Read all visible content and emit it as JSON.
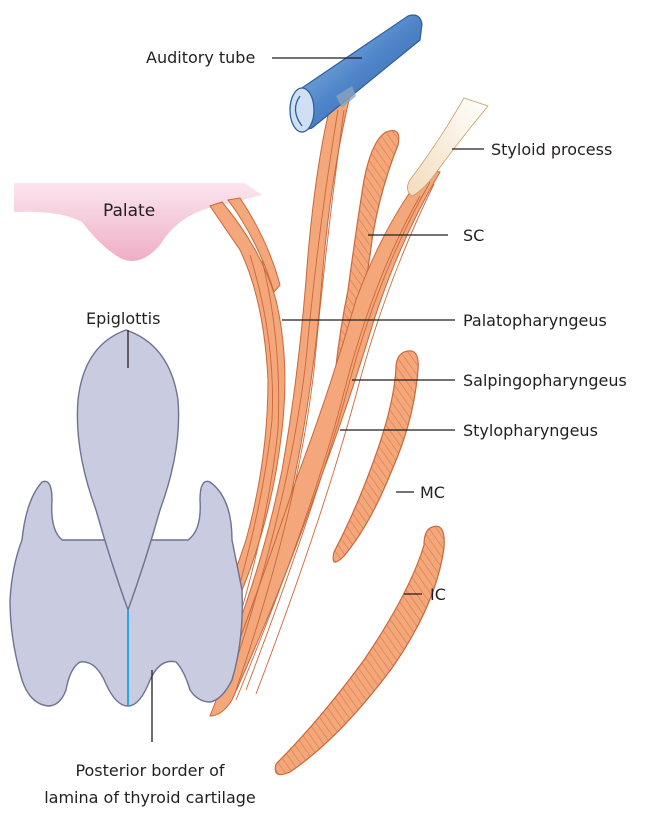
{
  "labels": {
    "auditory_tube": "Auditory tube",
    "styloid_process": "Styloid process",
    "palate": "Palate",
    "sc": "SC",
    "epiglottis": "Epiglottis",
    "palatopharyngeus": "Palatopharyngeus",
    "salpingopharyngeus": "Salpingopharyngeus",
    "stylopharyngeus": "Stylopharyngeus",
    "mc": "MC",
    "ic": "IC",
    "posterior_border_line1": "Posterior border of",
    "posterior_border_line2": "lamina of thyroid cartilage"
  },
  "colors": {
    "muscle_fill": "#f4a77a",
    "muscle_stroke": "#c9683a",
    "muscle_hatch": "#d8794a",
    "cartilage_fill": "#c9cbe0",
    "cartilage_stroke": "#6f7290",
    "tube_fill": "#6f9fd6",
    "tube_dark": "#2f5e9c",
    "styloid_fill": "#f6e3c8",
    "palate_fill": "#f2bcd0",
    "midline": "#2aa7e0"
  }
}
